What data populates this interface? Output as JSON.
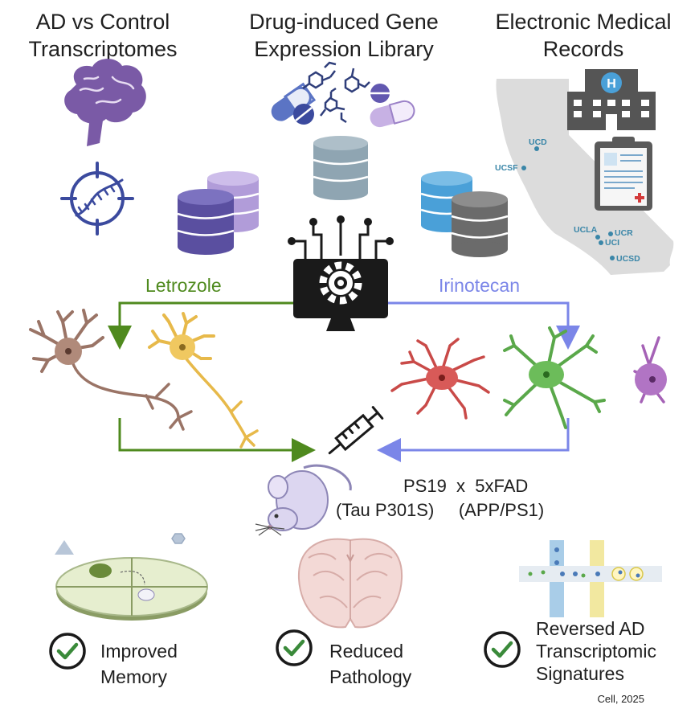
{
  "headers": {
    "col1": [
      "AD vs Control",
      "Transcriptomes"
    ],
    "col2": [
      "Drug-induced Gene",
      "Expression Library"
    ],
    "col3": [
      "Electronic Medical",
      "Records"
    ]
  },
  "map_sites": [
    "UCD",
    "UCSF",
    "UCLA",
    "UCR",
    "UCI",
    "UCSD"
  ],
  "hospital_letter": "H",
  "drugs": {
    "left": "Letrozole",
    "right": "Irinotecan"
  },
  "mouse_model": {
    "line1": "PS19  x  5xFAD",
    "line2": "(Tau P301S)     (APP/PS1)"
  },
  "outcomes": [
    [
      "Improved",
      "Memory"
    ],
    [
      "Reduced",
      "Pathology"
    ],
    [
      "Reversed AD",
      "Transcriptomic",
      "Signatures"
    ]
  ],
  "citation": "Cell, 2025",
  "colors": {
    "letrozole": "#4f8a1e",
    "irinotecan": "#7b86e8",
    "check": "#3a8a3a",
    "brain": "#7a5aa6",
    "db_purple": "#5a4fa0",
    "db_lavender": "#b19cd9",
    "db_steel": "#8fa5b2",
    "db_blue": "#4aa0d8",
    "db_gray": "#6b6b6b"
  }
}
